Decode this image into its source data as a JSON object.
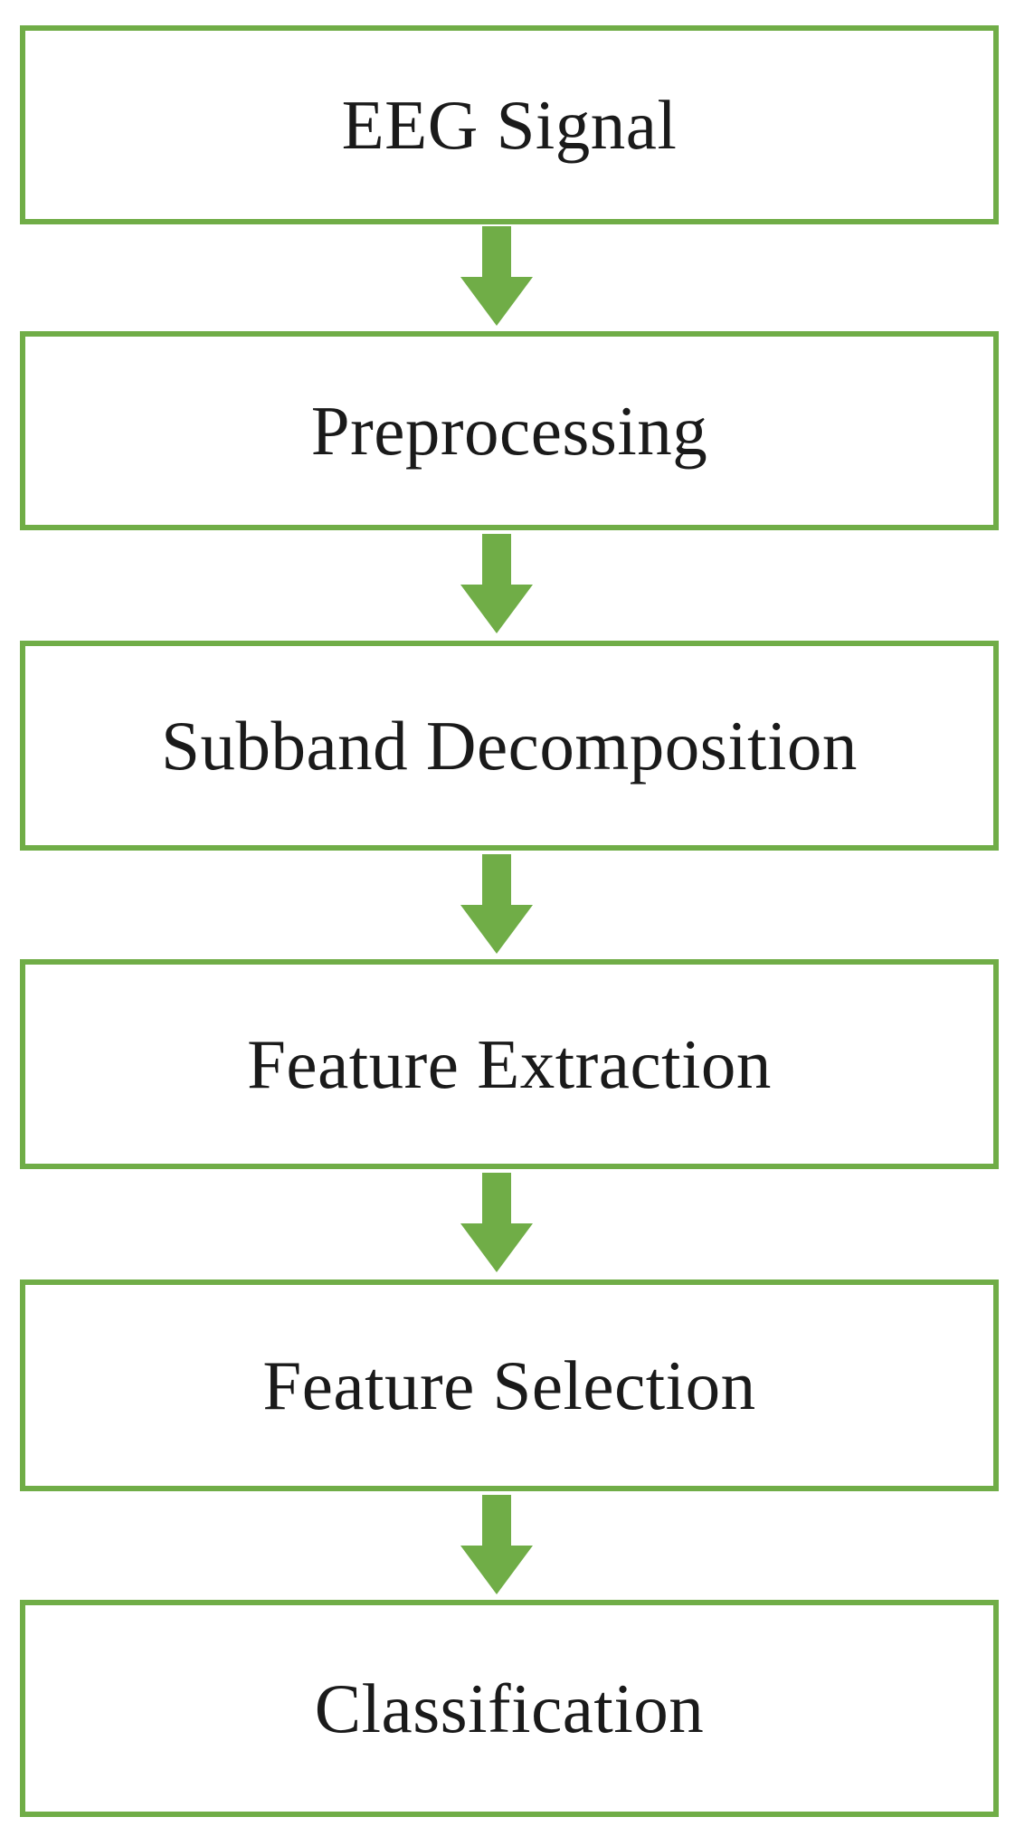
{
  "diagram": {
    "steps": [
      {
        "label": "EEG Signal"
      },
      {
        "label": "Preprocessing"
      },
      {
        "label": "Subband Decomposition"
      },
      {
        "label": "Feature Extraction"
      },
      {
        "label": "Feature Selection"
      },
      {
        "label": "Classification"
      }
    ],
    "colors": {
      "box_border": "#70ad47",
      "arrow": "#70ad47",
      "text": "#1a1a1a",
      "background": "#ffffff"
    },
    "arrow_icon": "down-arrow-icon"
  }
}
